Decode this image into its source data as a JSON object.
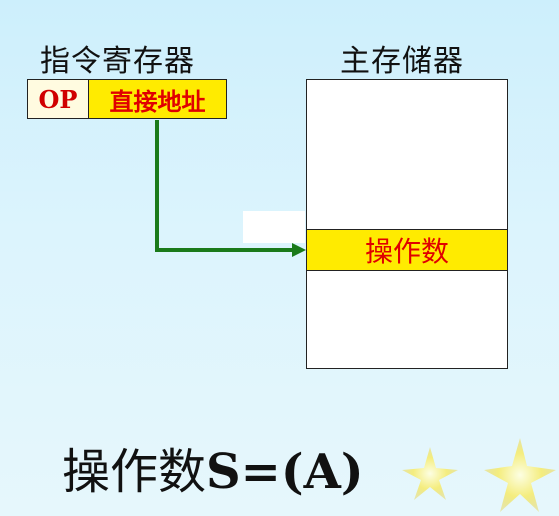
{
  "labels": {
    "instruction_register": "指令寄存器",
    "main_memory": "主存储器"
  },
  "instruction": {
    "op": "OP",
    "address_field": "直接地址"
  },
  "memory": {
    "operand_cell": "操作数"
  },
  "formula": {
    "chinese": "操作数",
    "expression": "S=(A)"
  },
  "colors": {
    "highlight_yellow": "#ffeb00",
    "text_red": "#e00000",
    "arrow_green": "#1a7a1a"
  }
}
